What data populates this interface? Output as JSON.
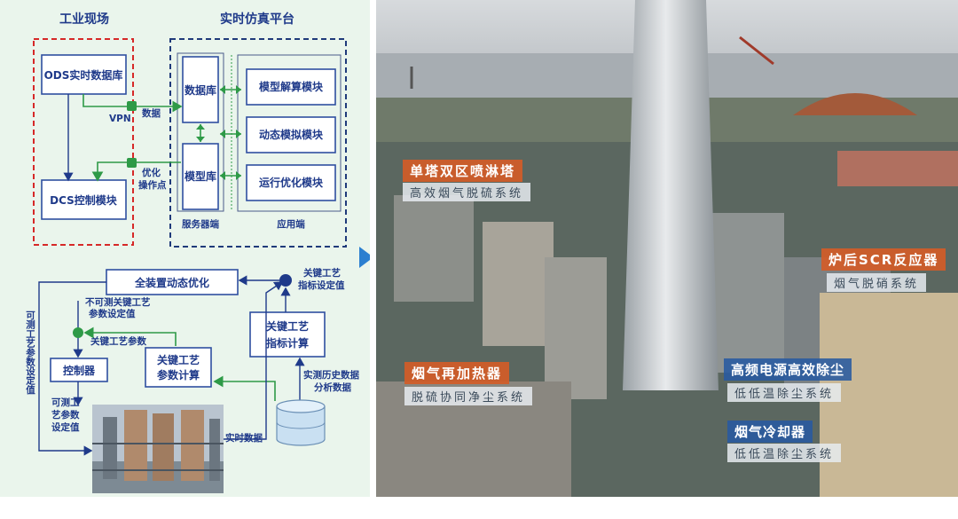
{
  "diagram": {
    "industrial_site": "工业现场",
    "realtime_platform": "实时仿真平台",
    "ods_db": "ODS实时数据库",
    "dcs_module": "DCS控制模块",
    "database": "数据库",
    "model_lib": "模型库",
    "server_side": "服务器端",
    "app_side": "应用端",
    "model_solve": "模型解算模块",
    "dynamic_sim": "动态模拟模块",
    "run_opt": "运行优化模块",
    "vpn": "VPN",
    "data": "数据",
    "opt_line1": "优化",
    "opt_line2": "操作点",
    "full_opt": "全装置动态优化",
    "key_setpoint_l1": "关键工艺",
    "key_setpoint_l2": "指标设定值",
    "unmeasured_l1": "不可测关键工艺",
    "unmeasured_l2": "参数设定值",
    "key_param": "关键工艺参数",
    "key_calc_l1": "关键工艺",
    "key_calc_l2": "指标计算",
    "param_calc_l1": "关键工艺",
    "param_calc_l2": "参数计算",
    "controller": "控制器",
    "measurable_vertical": "可测工艺参数设定值",
    "measurable_l1": "可测工",
    "measurable_l2": "艺参数",
    "measurable_l3": "设定值",
    "history_l1": "实测历史数据",
    "history_l2": "分析数据",
    "realtime_data": "实时数据"
  },
  "photo_labels": {
    "tower_title": "单塔双区喷淋塔",
    "tower_sub": "高效烟气脱硫系统",
    "scr_title": "炉后SCR反应器",
    "scr_sub": "烟气脱硝系统",
    "reheater_title": "烟气再加热器",
    "reheater_sub": "脱硫协同净尘系统",
    "hf_title": "高频电源高效除尘",
    "hf_sub": "低低温除尘系统",
    "cooler_title": "烟气冷却器",
    "cooler_sub": "低低温除尘系统"
  },
  "colors": {
    "panel_bg": "#eaf5ec",
    "box_blue": "#2f4fa0",
    "red_dash": "#d62828",
    "navy_dash": "#1f3a7a",
    "green": "#2e9a47",
    "arrow_blue": "#2b7fd0",
    "label_orange": "#d25c28",
    "label_blue": "#285aa0"
  },
  "icons": [
    "right-arrow-icon",
    "database-cylinder-icon",
    "plant-photo-thumbnail"
  ]
}
